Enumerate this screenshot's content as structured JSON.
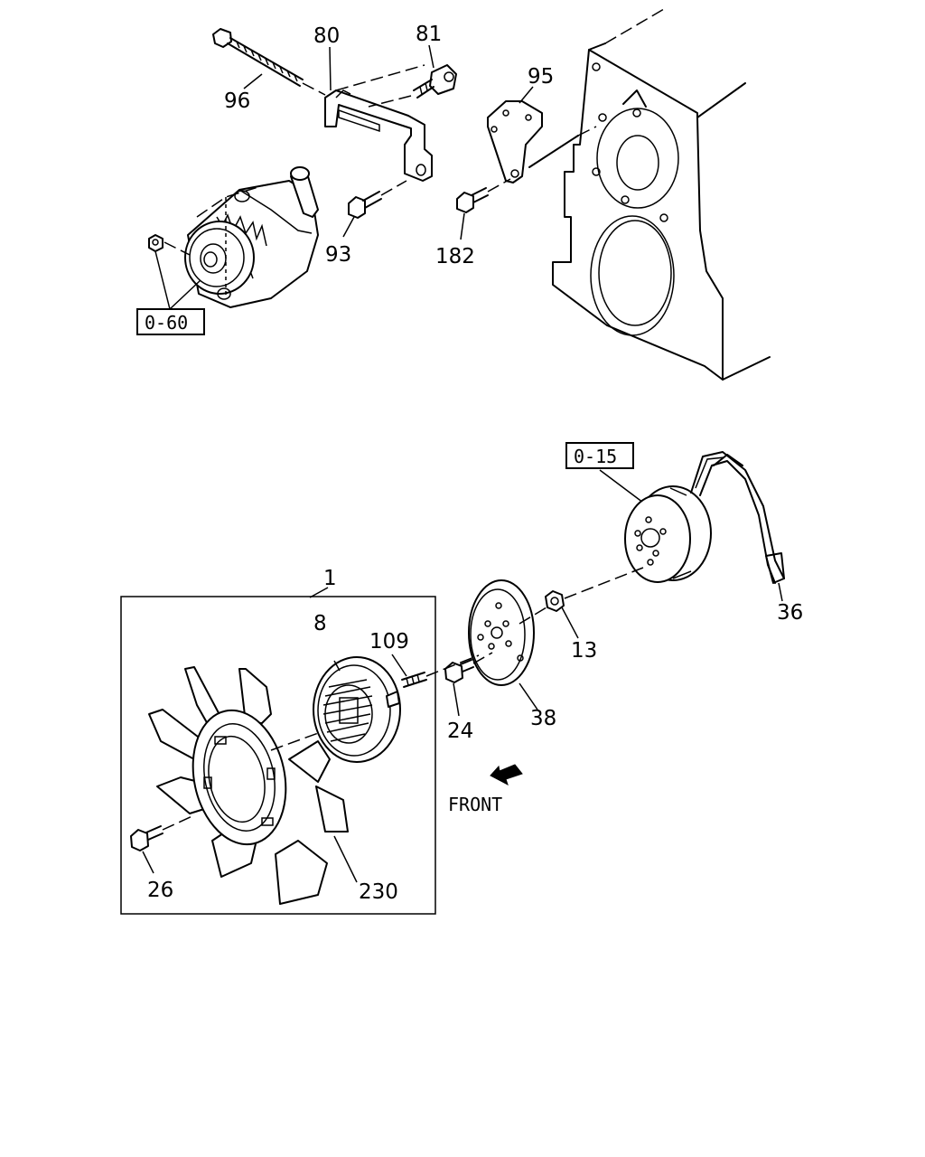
{
  "callouts": {
    "c80": "80",
    "c81": "81",
    "c96": "96",
    "c95": "95",
    "c93": "93",
    "c182": "182",
    "c1": "1",
    "c8": "8",
    "c109": "109",
    "c13": "13",
    "c36": "36",
    "c38": "38",
    "c24": "24",
    "c26": "26",
    "c230": "230"
  },
  "references": {
    "ref_top": "0-60",
    "ref_bottom": "0-15"
  },
  "direction": {
    "label": "FRONT",
    "arrow_icon": "arrow-down-left-icon"
  },
  "colors": {
    "line": "#000000",
    "background": "#ffffff"
  }
}
